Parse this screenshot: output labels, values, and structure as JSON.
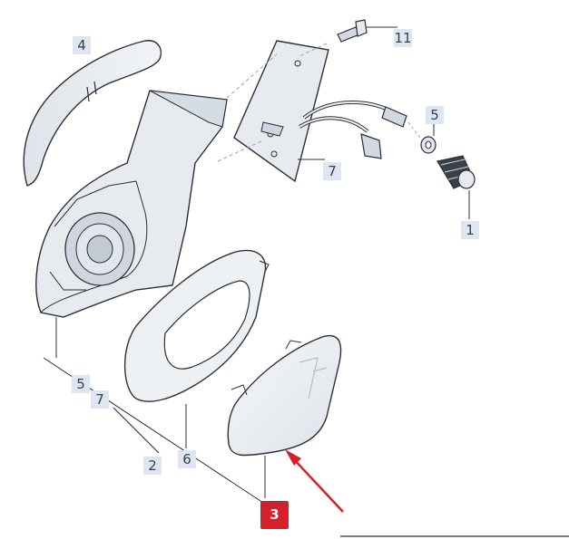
{
  "callouts": [
    {
      "id": "c4",
      "label": "4"
    },
    {
      "id": "c11",
      "label": "11"
    },
    {
      "id": "c5top",
      "label": "5"
    },
    {
      "id": "c7top",
      "label": "7"
    },
    {
      "id": "c1",
      "label": "1"
    },
    {
      "id": "c5left",
      "label": "5"
    },
    {
      "id": "c7left",
      "label": "7"
    },
    {
      "id": "c2",
      "label": "2"
    },
    {
      "id": "c6",
      "label": "6"
    },
    {
      "id": "c3",
      "label": "3",
      "highlighted": true
    }
  ],
  "colors": {
    "part_fill": "#e7ebf0",
    "part_shade": "#cdd4dd",
    "outline": "#2b2f36",
    "callout_bg": "#dde6f1",
    "highlight": "#d5202c"
  }
}
